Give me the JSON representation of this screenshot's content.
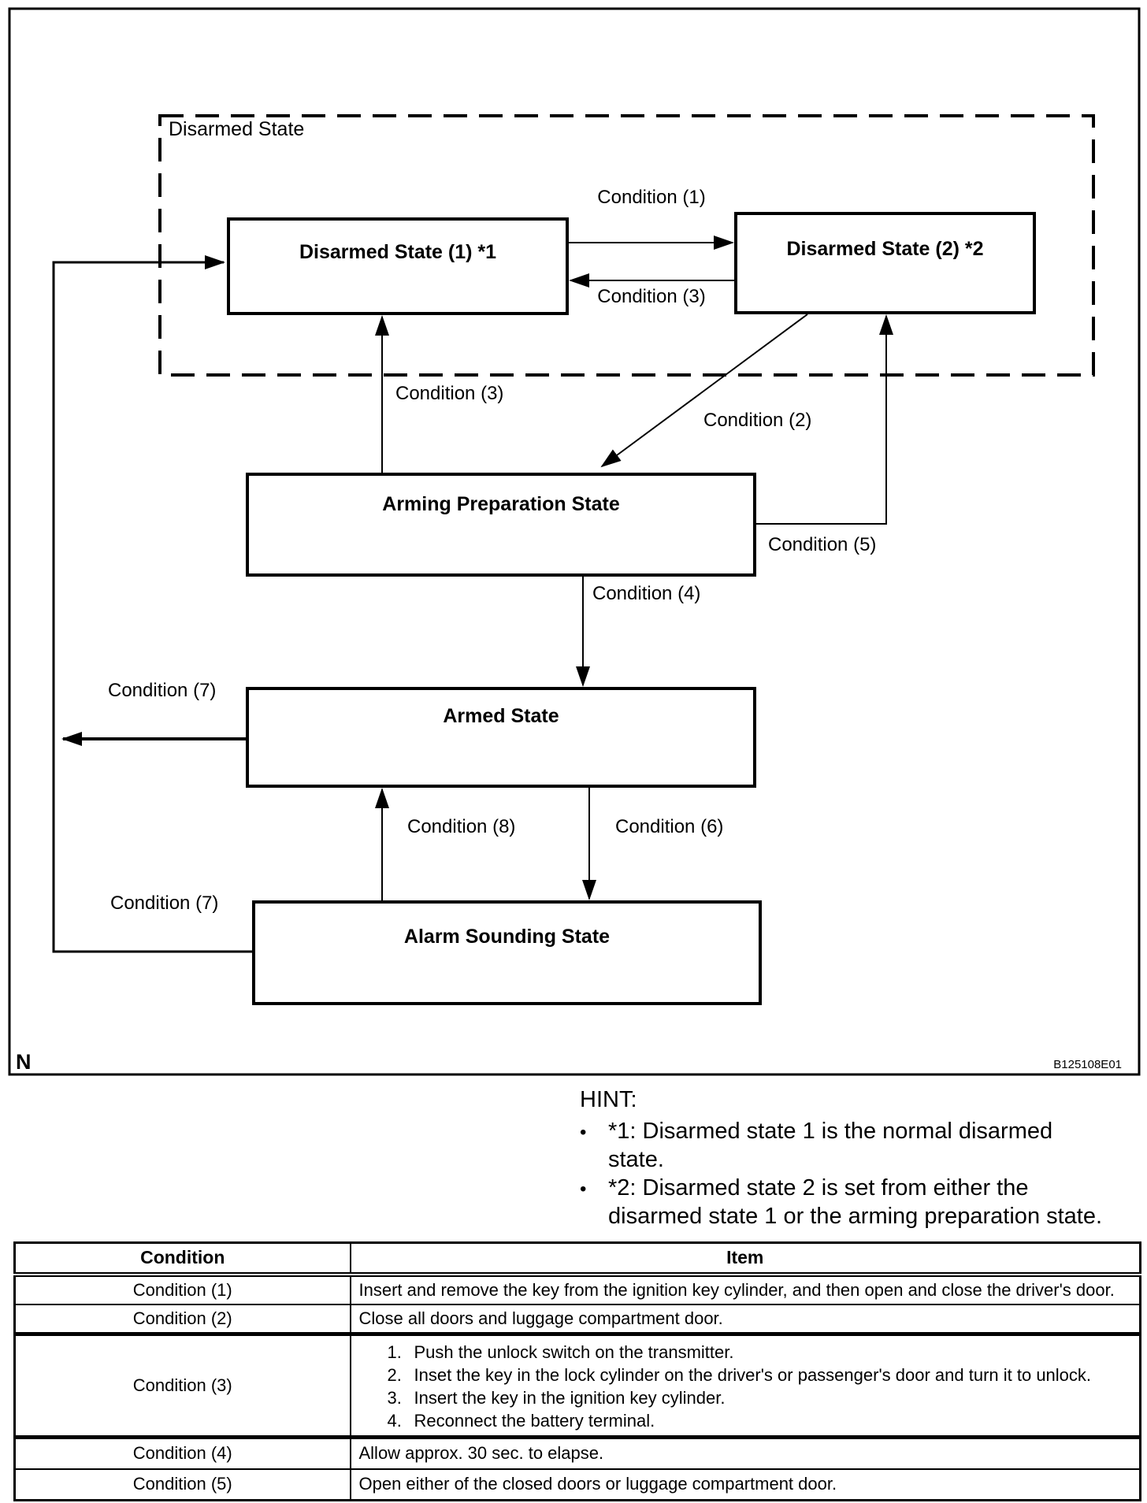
{
  "colors": {
    "ink": "#000000",
    "background": "#ffffff"
  },
  "figure": {
    "corner_letter": "N",
    "figure_code": "B125108E01",
    "group_label": "Disarmed State",
    "states": {
      "disarmed1": "Disarmed State (1) *1",
      "disarmed2": "Disarmed State (2) *2",
      "arming_prep": "Arming Preparation State",
      "armed": "Armed State",
      "alarm": "Alarm Sounding State"
    },
    "labels": {
      "cond1": "Condition (1)",
      "cond2": "Condition (2)",
      "cond3_between": "Condition (3)",
      "cond3_up": "Condition (3)",
      "cond4": "Condition (4)",
      "cond5": "Condition (5)",
      "cond6": "Condition (6)",
      "cond7_armed": "Condition (7)",
      "cond7_alarm": "Condition (7)",
      "cond8": "Condition (8)"
    }
  },
  "hint": {
    "title": "HINT:",
    "bullet": "•",
    "items": [
      {
        "line1": "*1: Disarmed state 1 is the normal disarmed",
        "line2": "state."
      },
      {
        "line1": "*2: Disarmed state 2 is set from either the",
        "line2": "disarmed state 1 or the arming preparation state."
      }
    ]
  },
  "table": {
    "headers": {
      "condition": "Condition",
      "item": "Item"
    },
    "rows": [
      {
        "condition": "Condition (1)",
        "item": "Insert and remove the key from the ignition key cylinder, and then open and close the driver's door."
      },
      {
        "condition": "Condition (2)",
        "item": "Close all doors and luggage compartment door."
      },
      {
        "condition": "Condition (3)",
        "items": [
          {
            "num": "1.",
            "text": "Push the unlock switch on the transmitter."
          },
          {
            "num": "2.",
            "text": "Inset the key in the lock cylinder on the driver's or passenger's door and turn it to unlock."
          },
          {
            "num": "3.",
            "text": "Insert the key in the ignition key cylinder."
          },
          {
            "num": "4.",
            "text": "Reconnect the battery terminal."
          }
        ]
      },
      {
        "condition": "Condition (4)",
        "item": "Allow approx. 30 sec. to elapse."
      },
      {
        "condition": "Condition (5)",
        "item": "Open either of the closed doors or luggage compartment door."
      }
    ]
  }
}
